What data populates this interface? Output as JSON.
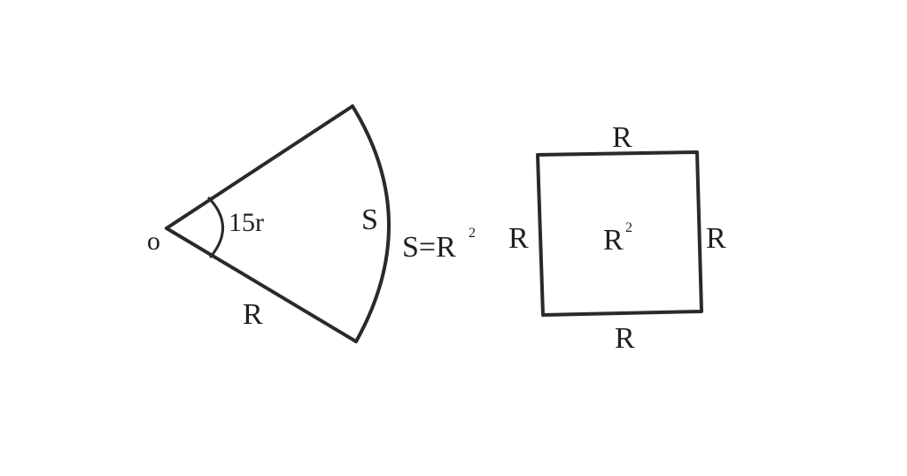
{
  "sector": {
    "vertex_label": "o",
    "angle_label": "15r",
    "arc_label": "S",
    "radius_label": "R"
  },
  "formula": {
    "base": "S=R",
    "exponent": "2"
  },
  "square": {
    "top_label": "R",
    "bottom_label": "R",
    "left_label": "R",
    "right_label": "R",
    "area_base": "R",
    "area_exponent": "2"
  }
}
